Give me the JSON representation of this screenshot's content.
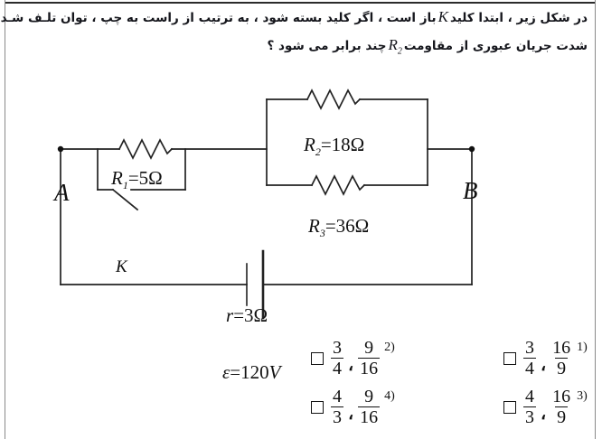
{
  "question": {
    "line1_before_k": "در شکل زیر ، ابتدا کلید",
    "k_symbol": "K",
    "line1_after_k": "باز است ، اگر کلید بسته شود ، به ترتیب از راست به چپ ، توان تلـف شـده در مولـد و",
    "line2_before_r2": "شدت جریان عبوری از مقاومت",
    "r2_symbol": "R",
    "r2_sub": "2",
    "line2_after_r2": "چند برابر می شود ؟"
  },
  "circuit": {
    "node_a_label": "A",
    "node_b_label": "B",
    "switch_label": "K",
    "r1": {
      "name": "R",
      "sub": "1",
      "eq": "=",
      "value": "5",
      "unit": "Ω"
    },
    "r2": {
      "name": "R",
      "sub": "2",
      "eq": "=",
      "value": "18",
      "unit": "Ω"
    },
    "r3": {
      "name": "R",
      "sub": "3",
      "eq": "=",
      "value": "36",
      "unit": "Ω"
    },
    "internal_resistance": {
      "name": "r",
      "eq": "=",
      "value": "3",
      "unit": "Ω"
    },
    "emf": {
      "name": "ε",
      "eq": "=",
      "value": "120",
      "unit": "V"
    },
    "wire_color": "#222222"
  },
  "options": [
    {
      "number": "1)",
      "first_num": "3",
      "first_den": "4",
      "separator": "،",
      "second_num": "16",
      "second_den": "9"
    },
    {
      "number": "2)",
      "first_num": "3",
      "first_den": "4",
      "separator": "،",
      "second_num": "9",
      "second_den": "16"
    },
    {
      "number": "3)",
      "first_num": "4",
      "first_den": "3",
      "separator": "،",
      "second_num": "16",
      "second_den": "9"
    },
    {
      "number": "4)",
      "first_num": "4",
      "first_den": "3",
      "separator": "،",
      "second_num": "9",
      "second_den": "16"
    }
  ]
}
